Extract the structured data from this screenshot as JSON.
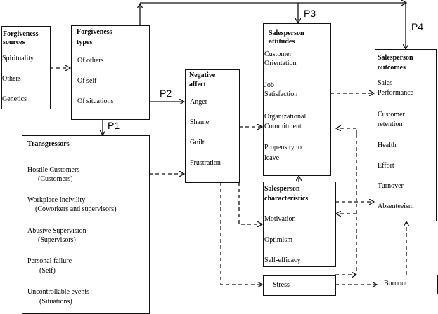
{
  "diagram": {
    "forgiveness_sources": {
      "title_line1": "Forgiveness",
      "title_line2": "sources",
      "items": [
        "Spirituality",
        "Others",
        "Genetics"
      ]
    },
    "forgiveness_types": {
      "title_line1": "Forgiveness",
      "title_line2": "types",
      "items": [
        "Of others",
        "Of self",
        "Of situations"
      ]
    },
    "transgressors": {
      "title": "Transgressors",
      "items": [
        {
          "name": "Hostile Customers",
          "source": "(Customers)"
        },
        {
          "name": "Workplace Incivility",
          "source": "(Coworkers and supervisors)"
        },
        {
          "name": "Abusive Supervision",
          "source": "(Supervisors)"
        },
        {
          "name": "Personal failure",
          "source": "(Self)"
        },
        {
          "name": "Uncontrollable events",
          "source": "(Situations)"
        }
      ]
    },
    "negative_affect": {
      "title_line1": "Negative",
      "title_line2": "affect",
      "items": [
        "Anger",
        "Shame",
        "Guilt",
        "Frustration"
      ]
    },
    "salesperson_attitudes": {
      "title_line1": "Salesperson",
      "title_line2": "attitudes",
      "items": [
        [
          "Customer",
          "Orientation"
        ],
        [
          "Job",
          "Satisfaction"
        ],
        [
          "Organizational",
          "Commitment"
        ],
        [
          "Propensity to",
          "leave"
        ]
      ]
    },
    "salesperson_characteristics": {
      "title_line1": "Salesperson",
      "title_line2": "characteristics",
      "items": [
        "Motivation",
        "Optimism",
        "Self-efficacy"
      ]
    },
    "salesperson_outcomes": {
      "title_line1": "Salesperson",
      "title_line2": "outcomes",
      "items": [
        [
          "Sales",
          "Performance"
        ],
        [
          "Customer",
          "retention"
        ],
        [
          "Health"
        ],
        [
          "Effort"
        ],
        [
          "Turnover"
        ],
        [
          "Absenteeism"
        ]
      ]
    },
    "stress": {
      "label": "Stress"
    },
    "burnout": {
      "label": "Burnout"
    },
    "paths": {
      "p1": "P1",
      "p2": "P2",
      "p3": "P3",
      "p4": "P4"
    }
  }
}
